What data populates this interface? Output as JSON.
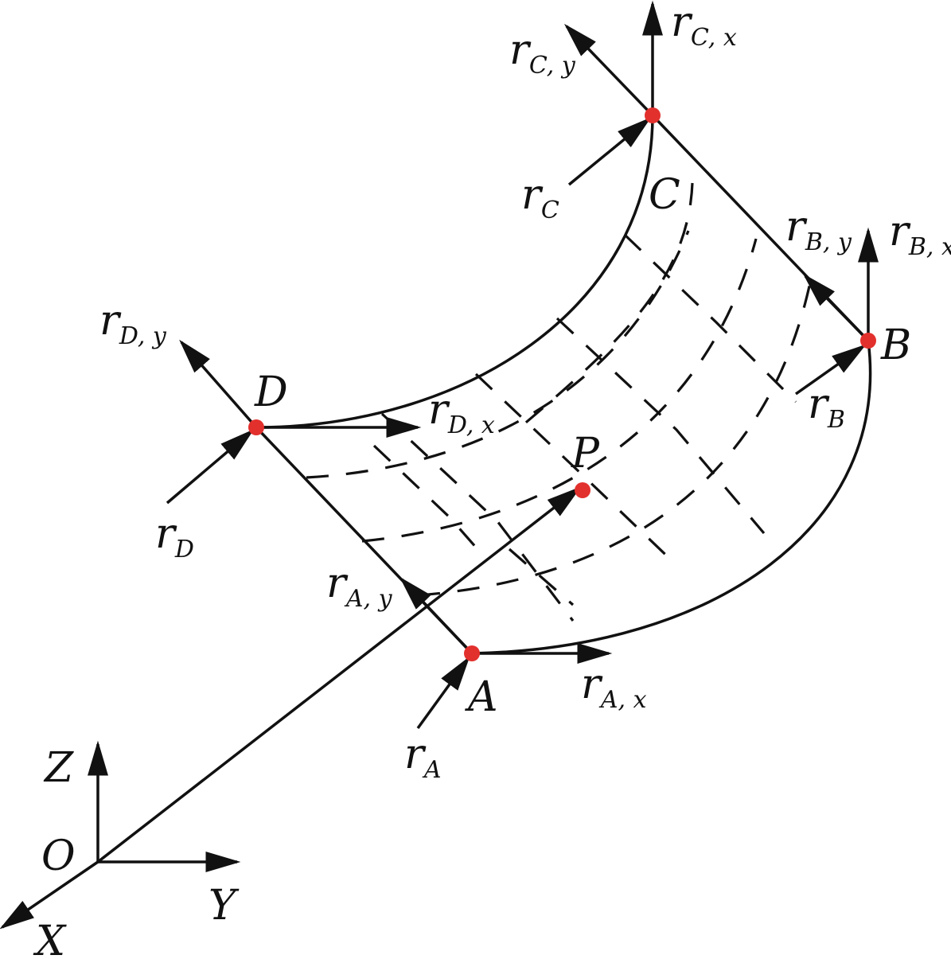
{
  "axes": {
    "origin": "O",
    "x": "X",
    "y": "Y",
    "z": "Z"
  },
  "points": {
    "A": "A",
    "B": "B",
    "C": "C",
    "D": "D",
    "P": "P"
  },
  "vectors": {
    "rA": {
      "base": "r",
      "sub": "A"
    },
    "rB": {
      "base": "r",
      "sub": "B"
    },
    "rC": {
      "base": "r",
      "sub": "C"
    },
    "rD": {
      "base": "r",
      "sub": "D"
    },
    "rAx": {
      "base": "r",
      "sub": "A, x"
    },
    "rAy": {
      "base": "r",
      "sub": "A, y"
    },
    "rBx": {
      "base": "r",
      "sub": "B, x"
    },
    "rBy": {
      "base": "r",
      "sub": "B, y"
    },
    "rCx": {
      "base": "r",
      "sub": "C, x"
    },
    "rCy": {
      "base": "r",
      "sub": "C, y"
    },
    "rDx": {
      "base": "r",
      "sub": "D, x"
    },
    "rDy": {
      "base": "r",
      "sub": "D, y"
    }
  },
  "colors": {
    "line": "#111111",
    "point": "#e2302d"
  }
}
